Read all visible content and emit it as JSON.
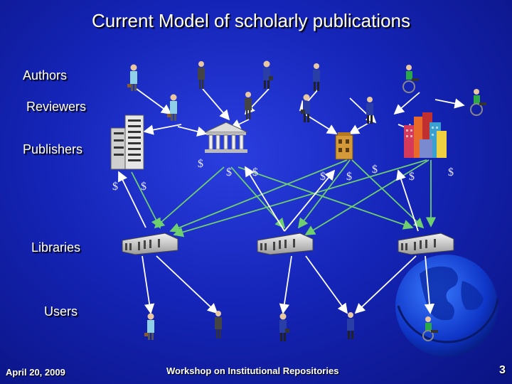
{
  "slide": {
    "title": "Current Model of scholarly publications",
    "rows": {
      "authors": "Authors",
      "reviewers": "Reviewers",
      "publishers": "Publishers",
      "libraries": "Libraries",
      "users": "Users"
    },
    "footer": {
      "date": "April 20, 2009",
      "event": "Workshop on Institutional Repositories",
      "page": "3"
    },
    "currency_symbol": "$",
    "colors": {
      "background": "#1525b8",
      "arrow_white": "#ffffff",
      "arrow_green": "#6fcf6f",
      "globe": "#1a4be0"
    }
  }
}
